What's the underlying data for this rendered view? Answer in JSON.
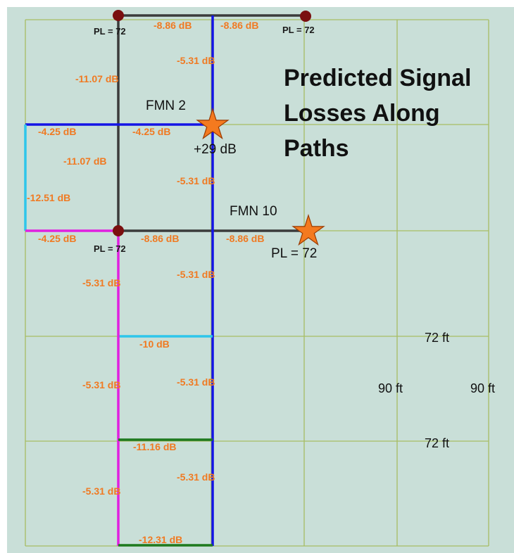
{
  "title_lines": [
    "Predicted Signal",
    "Losses Along",
    "Paths"
  ],
  "nodes": [
    {
      "name": "FMN 2",
      "note": "+29 dB"
    },
    {
      "name": "FMN 10",
      "note": "PL = 72"
    }
  ],
  "pl_labels": [
    "PL = 72",
    "PL = 72",
    "PL = 72"
  ],
  "dimensions": {
    "width_top": "72 ft",
    "width_bottom": "72 ft",
    "height_left": "90 ft",
    "height_right": "90 ft"
  },
  "losses": {
    "top_left_seg": "-8.86 dB",
    "top_right_seg": "-8.86 dB",
    "blue_v1": "-5.31 dB",
    "black_left_upper": "-11.07 dB",
    "blue_h_left": "-4.25 dB",
    "blue_h_right": "-4.25 dB",
    "black_left_lower": "-11.07 dB",
    "blue_v2": "-5.31 dB",
    "cyan_v": "-12.51 dB",
    "magenta_h": "-4.25 dB",
    "mid_left_seg": "-8.86 dB",
    "mid_right_seg": "-8.86 dB",
    "blue_v3": "-5.31 dB",
    "magenta_v1": "-5.31 dB",
    "cyan_h": "-10 dB",
    "magenta_v2": "-5.31 dB",
    "blue_v4": "-5.31 dB",
    "green_h1": "-11.16 dB",
    "blue_v5": "-5.31 dB",
    "magenta_v3": "-5.31 dB",
    "green_h2": "-12.31 dB"
  },
  "colors": {
    "background": "#c9dfd8",
    "grid": "#a7bd63",
    "black_path": "#3b3b3b",
    "blue_path": "#1414e6",
    "cyan_path": "#2ec6ea",
    "magenta_path": "#e020e0",
    "green_path": "#1e7a1e",
    "node_dot": "#7a0f0f",
    "star_fill": "#f47a1f",
    "star_stroke": "#9a3a00",
    "loss_text": "#f07a22"
  },
  "icons": {
    "node": "dark-red-dot",
    "fmn": "orange-star"
  }
}
